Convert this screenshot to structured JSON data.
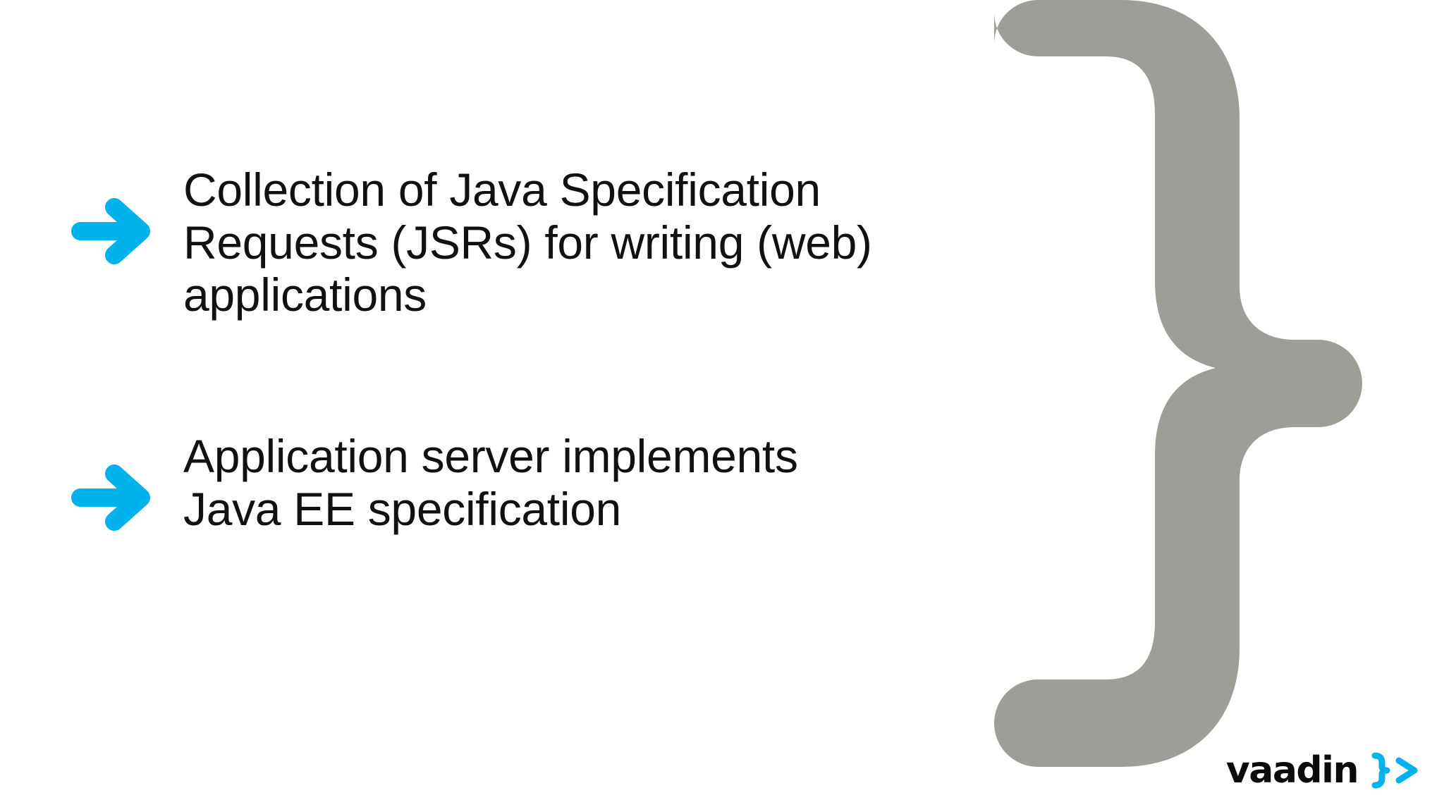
{
  "slide": {
    "background_color": "#ffffff",
    "accent_color": "#00b2ec",
    "brace_color": "#9e9e98",
    "text_color": "#111111"
  },
  "bullets": [
    {
      "icon": "arrow-right-icon",
      "text": "Collection of Java Specification Requests (JSRs) for writing (web) applications"
    },
    {
      "icon": "arrow-right-icon",
      "text": "Application server implements Java EE specification"
    }
  ],
  "decoration": {
    "brace_glyph": "}",
    "brace_name": "closing-curly-brace"
  },
  "logo": {
    "wordmark": "vaadin",
    "mark_glyph": "}>",
    "mark_color": "#00b2ec",
    "wordmark_color": "#0b0b0b"
  }
}
